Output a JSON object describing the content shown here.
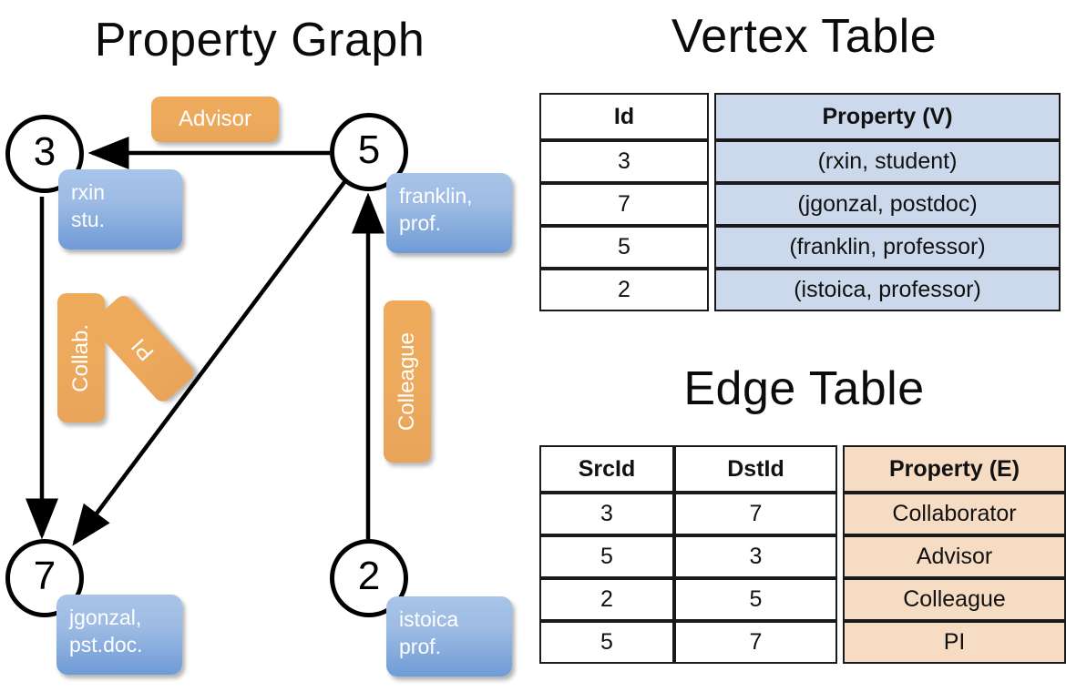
{
  "titles": {
    "property_graph": "Property Graph",
    "vertex_table": "Vertex Table",
    "edge_table": "Edge Table"
  },
  "graph": {
    "nodes": [
      {
        "id": "3",
        "label": "3",
        "property_line1": "rxin",
        "property_line2": "stu."
      },
      {
        "id": "5",
        "label": "5",
        "property_line1": "franklin,",
        "property_line2": "prof."
      },
      {
        "id": "7",
        "label": "7",
        "property_line1": "jgonzal,",
        "property_line2": "pst.doc."
      },
      {
        "id": "2",
        "label": "2",
        "property_line1": "istoica",
        "property_line2": "prof."
      }
    ],
    "edge_labels": {
      "advisor": "Advisor",
      "collab": "Collab.",
      "pi": "PI",
      "colleague": "Colleague"
    },
    "edges": [
      {
        "src": "5",
        "dst": "3",
        "label": "Advisor"
      },
      {
        "src": "3",
        "dst": "7",
        "label": "Collab."
      },
      {
        "src": "5",
        "dst": "7",
        "label": "PI"
      },
      {
        "src": "2",
        "dst": "5",
        "label": "Colleague"
      }
    ]
  },
  "vertex_table": {
    "headers": [
      "Id",
      "Property (V)"
    ],
    "rows": [
      {
        "id": "3",
        "property": "(rxin, student)"
      },
      {
        "id": "7",
        "property": "(jgonzal, postdoc)"
      },
      {
        "id": "5",
        "property": "(franklin, professor)"
      },
      {
        "id": "2",
        "property": "(istoica, professor)"
      }
    ]
  },
  "edge_table": {
    "headers": [
      "SrcId",
      "DstId",
      "Property (E)"
    ],
    "rows": [
      {
        "src": "3",
        "dst": "7",
        "property": "Collaborator"
      },
      {
        "src": "5",
        "dst": "3",
        "property": "Advisor"
      },
      {
        "src": "2",
        "dst": "5",
        "property": "Colleague"
      },
      {
        "src": "5",
        "dst": "7",
        "property": "PI"
      }
    ]
  },
  "colors": {
    "vertex_property_fill": "#ccd9ec",
    "edge_property_fill": "#f6dcc2",
    "node_box_blue": "#7ba7dd",
    "edge_box_orange": "#eeaa5c",
    "line": "#000000"
  }
}
